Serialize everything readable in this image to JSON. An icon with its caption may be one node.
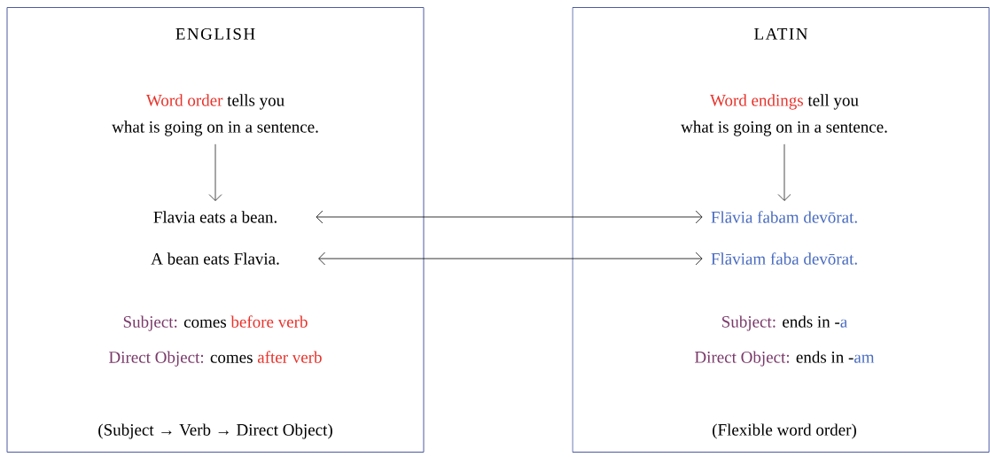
{
  "diagram": {
    "nodes": [
      {
        "text": [
          "ENGLISH"
        ]
      },
      {
        "text": [
          "Word order",
          "tells you",
          "what is going on in a sentence."
        ],
        "in": 0
      },
      {
        "text": [
          "Flavia eats a bean."
        ],
        "in": 0
      },
      {
        "text": [
          "A bean eats Flavia."
        ],
        "in": 0
      },
      {
        "text": [
          "LATIN"
        ]
      },
      {
        "text": [
          "Word endings",
          "tell you",
          "what is going on in a sentence."
        ],
        "in": 4
      },
      {
        "text": [
          "Flāvia fabam devōrat."
        ],
        "in": 4
      },
      {
        "text": [
          "Flāviam faba devōrat."
        ],
        "in": 4
      }
    ],
    "edges": [
      {
        "from": 1,
        "to": 2,
        "arrow": "to"
      },
      {
        "from": 5,
        "to": 6,
        "arrow": "to"
      },
      {
        "from": 2,
        "to": 6,
        "arrow": "both"
      },
      {
        "from": 3,
        "to": 7,
        "arrow": "both"
      }
    ],
    "labels": [
      "Subject:",
      "comes",
      "before verb",
      "Direct Object:",
      "comes",
      "after verb",
      "(Subject → Verb → Direct Object)",
      "Subject:",
      "ends in -",
      "a",
      "Direct Object:",
      "ends in -",
      "am",
      "(Flexible word order)"
    ]
  }
}
